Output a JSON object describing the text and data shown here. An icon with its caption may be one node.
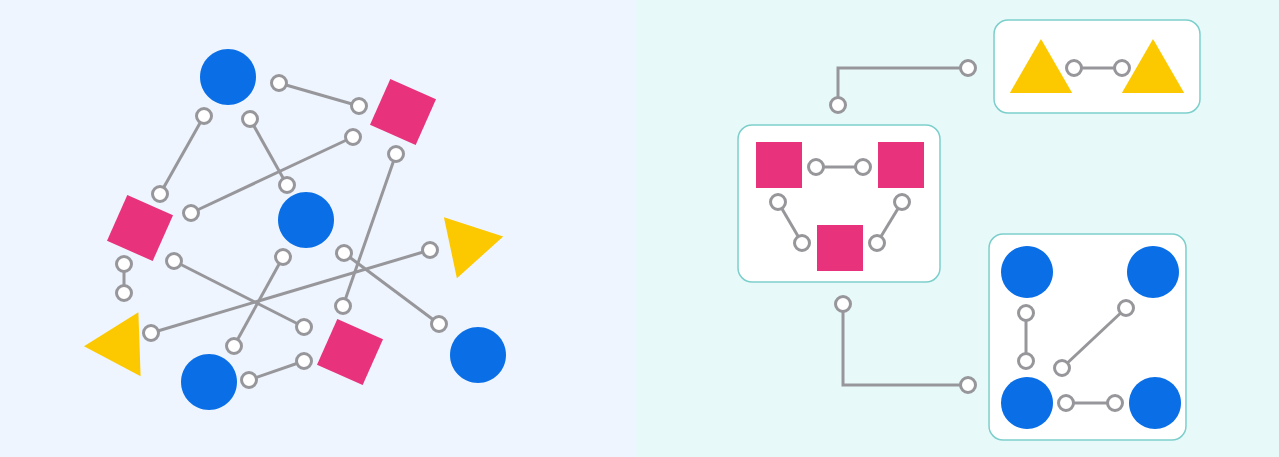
{
  "diagram": {
    "nodes": [
      {
        "text": [],
        "shape": "circle"
      },
      {
        "text": [],
        "shape": "square"
      },
      {
        "text": [],
        "shape": "circle"
      },
      {
        "text": [],
        "shape": "square"
      },
      {
        "text": [],
        "shape": "triangle"
      },
      {
        "text": [],
        "shape": "triangle"
      },
      {
        "text": [],
        "shape": "square"
      },
      {
        "text": [],
        "shape": "circle"
      },
      {
        "text": [],
        "shape": "circle"
      },
      {
        "text": [],
        "shape": "box"
      },
      {
        "text": [],
        "shape": "triangle",
        "in": 9
      },
      {
        "text": [],
        "shape": "triangle",
        "in": 9
      },
      {
        "text": [],
        "shape": "box"
      },
      {
        "text": [],
        "shape": "square",
        "in": 12
      },
      {
        "text": [],
        "shape": "square",
        "in": 12
      },
      {
        "text": [],
        "shape": "square",
        "in": 12
      },
      {
        "text": [],
        "shape": "box"
      },
      {
        "text": [],
        "shape": "circle",
        "in": 16
      },
      {
        "text": [],
        "shape": "circle",
        "in": 16
      },
      {
        "text": [],
        "shape": "circle",
        "in": 16
      },
      {
        "text": [],
        "shape": "circle",
        "in": 16
      }
    ],
    "edges": [
      {
        "from": 10,
        "to": 11,
        "arrow": "other"
      },
      {
        "from": 12,
        "to": 9,
        "arrow": "other"
      },
      {
        "from": 13,
        "to": 14,
        "arrow": "other"
      },
      {
        "from": 13,
        "to": 15,
        "arrow": "other"
      },
      {
        "from": 14,
        "to": 15,
        "arrow": "other"
      },
      {
        "from": 12,
        "to": 16,
        "arrow": "other"
      },
      {
        "from": 17,
        "to": 19,
        "arrow": "other"
      },
      {
        "from": 18,
        "to": 19,
        "arrow": "other"
      },
      {
        "from": 19,
        "to": 20,
        "arrow": "other"
      },
      {
        "from": 0,
        "to": 1,
        "arrow": "other"
      },
      {
        "from": 0,
        "to": 3,
        "arrow": "other"
      },
      {
        "from": 0,
        "to": 2,
        "arrow": "other"
      },
      {
        "from": 1,
        "to": 3,
        "arrow": "other"
      },
      {
        "from": 1,
        "to": 6,
        "arrow": "other"
      },
      {
        "from": 3,
        "to": 5,
        "arrow": "other"
      },
      {
        "from": 3,
        "to": 6,
        "arrow": "other"
      },
      {
        "from": 2,
        "to": 8,
        "arrow": "other"
      },
      {
        "from": 2,
        "to": 7,
        "arrow": "other"
      },
      {
        "from": 4,
        "to": 5,
        "arrow": "other"
      },
      {
        "from": 8,
        "to": 6,
        "arrow": "other"
      }
    ]
  }
}
